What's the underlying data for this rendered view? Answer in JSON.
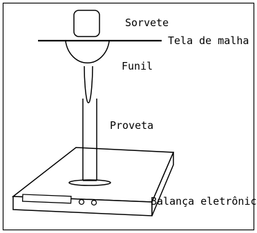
{
  "labels": {
    "sorvete": "Sorvete",
    "tela": "Tela de malha",
    "funil": "Funil",
    "proveta": "Proveta",
    "balanca": "Balança eletrônica"
  }
}
